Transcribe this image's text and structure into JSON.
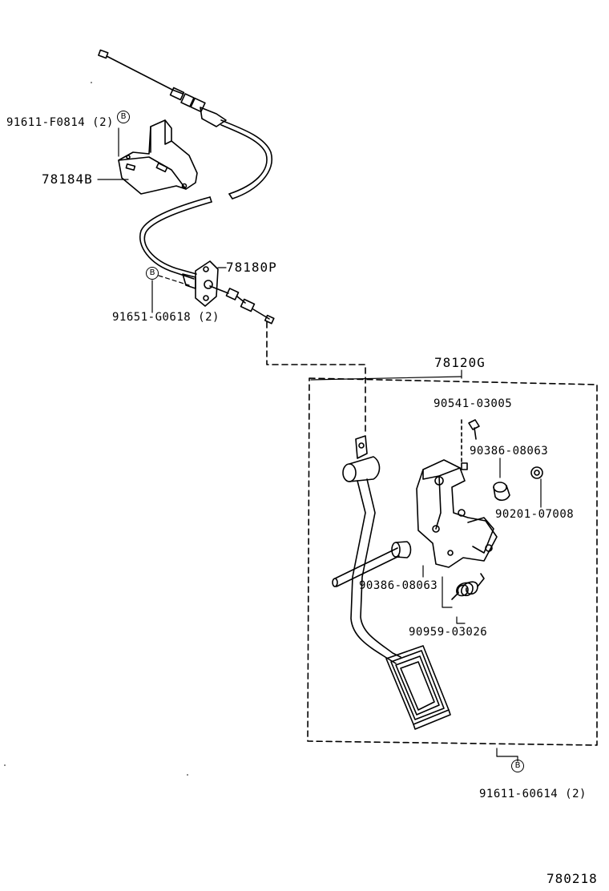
{
  "parts": {
    "bracket_bolt": "91611-F0814 (2)",
    "bracket": "78184B",
    "cable_assy": "78180P",
    "cable_bolt": "91651-G0618 (2)",
    "pedal_assy": "78120G",
    "screw": "90541-03005",
    "bushing_upper": "90386-08063",
    "nut": "90201-07008",
    "bushing_lower": "90386-08063",
    "spring": "90959-03026",
    "pedal_bolt": "91611-60614 (2)"
  },
  "markers": {
    "bolt_marker": "B"
  },
  "illustration_number": "780218"
}
